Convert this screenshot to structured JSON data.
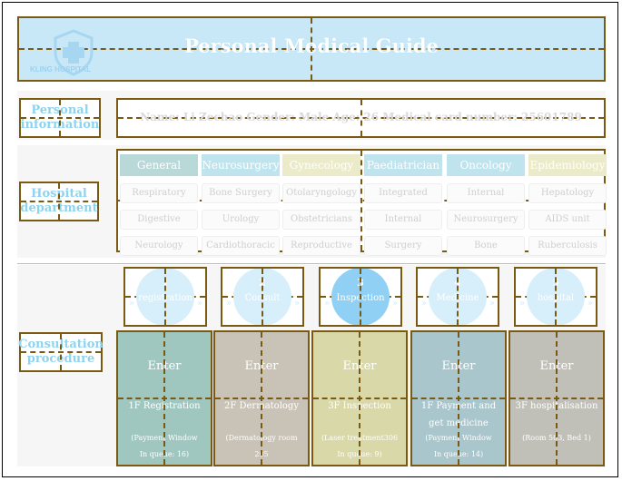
{
  "header": {
    "title": "Personal Medical Guide",
    "logo_text": "KLING HOSPITAL"
  },
  "personal": {
    "label_line1": "Personal",
    "label_line2": "information",
    "info": "Name: Li Zechao      Gender: Male      Age: 26      Medical card number: 25601789"
  },
  "department": {
    "label_line1": "Hospital",
    "label_line2": "department",
    "columns": [
      {
        "head": "General",
        "color": "#b9d9d9",
        "items": [
          "Respiratory",
          "Digestive",
          "Neurology"
        ]
      },
      {
        "head": "Neurosurgery",
        "color": "#bfe4ee",
        "items": [
          "Bone Surgery",
          "Urology",
          "Cardiothoracic"
        ]
      },
      {
        "head": "Gynecology",
        "color": "#ecebc9",
        "items": [
          "Otolaryngology",
          "Obstetricians",
          "Reproductive"
        ]
      },
      {
        "head": "Paediatrician",
        "color": "#bfe4ee",
        "items": [
          "Integrated",
          "Internal",
          "Surgery"
        ]
      },
      {
        "head": "Oncology",
        "color": "#bfe4ee",
        "items": [
          "Internal",
          "Neurosurgery",
          "Bone"
        ]
      },
      {
        "head": "Epidemiology",
        "color": "#ecebc9",
        "items": [
          "Hepatology",
          "AIDS unit",
          "Ruberculosis"
        ]
      }
    ]
  },
  "consultation": {
    "label_line1": "Consultation",
    "label_line2": "procedure",
    "steps": [
      {
        "num": "1",
        "name": "registration",
        "active": false
      },
      {
        "num": "2",
        "name": "Consult",
        "active": false
      },
      {
        "num": "3",
        "name": "Inspection",
        "active": true
      },
      {
        "num": "4",
        "name": "Medicine",
        "active": false
      },
      {
        "num": "5",
        "name": "hospital",
        "active": false
      }
    ],
    "cards": [
      {
        "enter": "Enter",
        "floor": "1F Registration",
        "detail_line1": "(Payment Window",
        "detail_line2": "In queue: 16)",
        "color": "#9fc7c0"
      },
      {
        "enter": "Enter",
        "floor": "2F Dermatology",
        "detail_line1": "(Dermatology room 205",
        "detail_line2": "In queue: 8)",
        "color": "#c9c2b6"
      },
      {
        "enter": "Enter",
        "floor": "3F Inspection",
        "detail_line1": "(Laser treatment306",
        "detail_line2": "In queue: 9)",
        "color": "#d8d8a8"
      },
      {
        "enter": "Enter",
        "floor": "1F Payment and get medicine",
        "detail_line1": "(Payment Window",
        "detail_line2": "In queue: 14)",
        "color": "#a9c6cc"
      },
      {
        "enter": "Enter",
        "floor": "3F hospitalisation",
        "detail_line1": "(Room 503, Bed 1)",
        "detail_line2": "",
        "color": "#c0c0b8"
      }
    ]
  }
}
